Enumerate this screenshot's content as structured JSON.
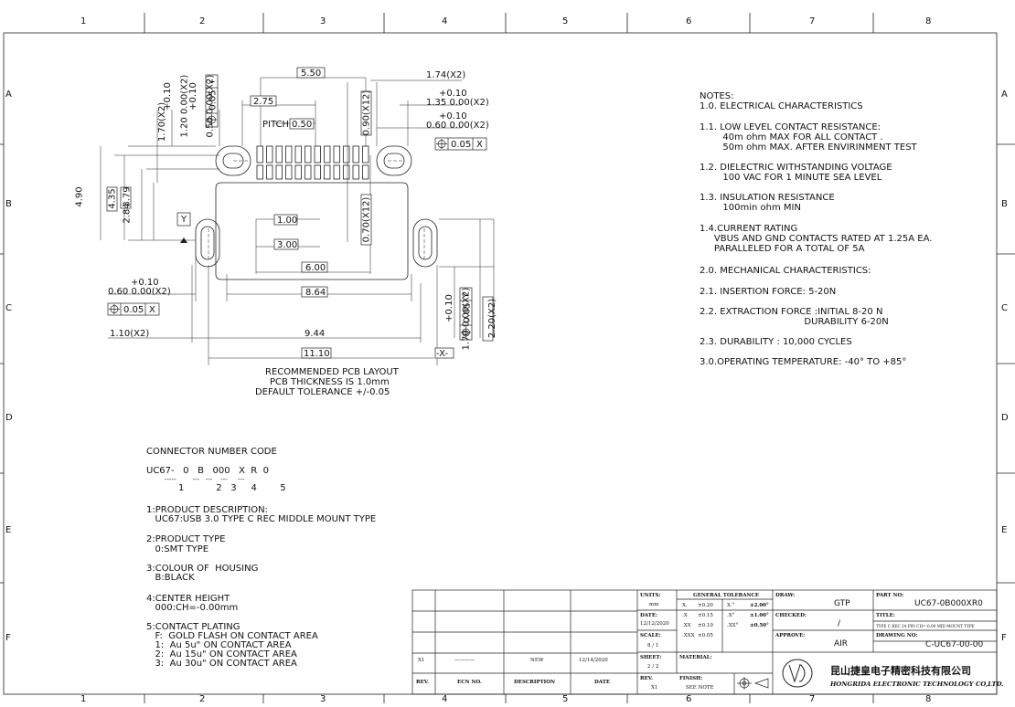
{
  "border": {
    "top_numbers": [
      "1",
      "2",
      "3",
      "4",
      "5",
      "6",
      "7",
      "8"
    ],
    "bottom_numbers": [
      "1",
      "2",
      "3",
      "4",
      "5",
      "6",
      "7",
      "8"
    ],
    "side_letters": [
      "A",
      "B",
      "C",
      "D",
      "E",
      "F"
    ]
  },
  "dims": {
    "d550": "5.50",
    "d275": "2.75",
    "pitch": "PITCH",
    "d050": "0.50",
    "d174": "1.74(X2)",
    "d135_tol": "+0.10",
    "d135": "1.35  0.00(X2)",
    "d060r_tol": "+0.10",
    "d060r": "0.60  0.00(X2)",
    "pos005_x_top": "0.05",
    "x_ref": "X",
    "d170x2": "1.70(X2)",
    "d120_tol": "+0.10",
    "d120": "1.20  0.00(X2)",
    "d050b_tol": "+0.10",
    "d050b": "0.50  0.00(X2)",
    "pos005_y_top": "0.05",
    "y_ref": "Y",
    "d090x12": "0.90(X12)",
    "d490": "4.90",
    "d435": "4.35",
    "d379": "3.79",
    "d284": "2.84",
    "y_datum": "Y",
    "d070x12": "0.70(X12)",
    "d100": "1.00",
    "d300": "3.00",
    "d600": "6.00",
    "d864": "8.64",
    "d060l_tol": "+0.10",
    "d060l": "0.60  0.00(X2)",
    "pos005_x_left": "0.05",
    "d110x2": "1.10(X2)",
    "d944": "9.44",
    "d1110": "11.10",
    "x_datum": "-X-",
    "d170b_tol": "+0.10",
    "d170b": "1.70  0.00(X2)",
    "pos005_y_right": "0.05",
    "d220x2": "2.20(X2)"
  },
  "layout_caption": [
    "RECOMMENDED PCB LAYOUT",
    "PCB THICKNESS IS 1.0mm",
    "DEFAULT TOLERANCE +/-0.05"
  ],
  "notes": [
    "NOTES:",
    "1.0. ELECTRICAL CHARACTERISTICS",
    "1.1. LOW LEVEL CONTACT RESISTANCE:",
    "        40m ohm MAX FOR ALL CONTACT .",
    "        50m ohm MAX. AFTER ENVIRINMENT TEST",
    "1.2. DIELECTRIC WITHSTANDING VOLTAGE",
    "        100 VAC FOR 1 MINUTE SEA LEVEL",
    "1.3. INSULATION RESISTANCE",
    "        100min ohm MIN",
    "1.4.CURRENT RATING",
    "     VBUS AND GND CONTACTS RATED AT 1.25A EA.",
    "     PARALLELED FOR A TOTAL OF 5A",
    "2.0. MECHANICAL CHARACTERISTICS:",
    "2.1. INSERTION FORCE: 5-20N",
    "2.2. EXTRACTION FORCE :INITIAL 8-20 N",
    "                                    DURABILITY 6-20N",
    "2.3. DURABILITY : 10,000 CYCLES",
    "3.0.OPERATING TEMPERATURE: -40° TO +85°"
  ],
  "code": {
    "title": "CONNECTOR NUMBER CODE",
    "code_line": "UC67-   0   B   000   X  R  0",
    "dash_line": "         -----        ---   ---    ---     ---",
    "index_line": "           1           2   3     4        5",
    "items": [
      "1:PRODUCT DESCRIPTION:",
      "   UC67:USB 3.0 TYPE C REC MIDDLE MOUNT TYPE",
      "2:PRODUCT TYPE",
      "   0:SMT TYPE",
      "3:COLOUR OF  HOUSING",
      "   B:BLACK",
      "4:CENTER HEIGHT",
      "   000:CH=-0.00mm",
      "5:CONTACT PLATING",
      "   F:  GOLD FLASH ON CONTACT AREA",
      "   1:  Au 5u\" ON CONTACT AREA",
      "   2:  Au 15u\" ON CONTACT AREA",
      "   3:  Au 30u\" ON CONTACT AREA"
    ]
  },
  "revision": {
    "row_rev": "X1",
    "row_ecn": "————",
    "row_desc": "NEW",
    "row_date": "12/14/2020",
    "hdr_rev": "REV.",
    "hdr_ecn": "ECN NO.",
    "hdr_desc": "DESCRIPTION",
    "hdr_date": "DATE"
  },
  "titleblock": {
    "units_label": "UNITS:",
    "units_val": "mm",
    "date_label": "DATE:",
    "date_val": "12/12/2020",
    "scale_label": "SCALE:",
    "scale_val": "8 / 1",
    "sheet_label": "SHEET:",
    "sheet_val": "2 / 2",
    "rev_label": "REV.",
    "rev_val": "X1",
    "gen_tol": "GENERAL TOLERANCE",
    "tol_rows": [
      [
        "X.",
        "±0.20",
        "X.°",
        "±2.00°"
      ],
      [
        ".X",
        "±0.15",
        ".X°",
        "±1.00°"
      ],
      [
        ".XX",
        "±0.10",
        ".XX°",
        "±0.50°"
      ],
      [
        ".XXX",
        "±0.05",
        "",
        ""
      ]
    ],
    "material_label": "MATERIAL:",
    "finish_label": "FINISH:",
    "finish_val": "SEE NOTE",
    "draw_label": "DRAW:",
    "draw_val": "GTP",
    "checked_label": "CHECKED:",
    "checked_val": "/",
    "approve_label": "APPROVE:",
    "approve_val": "AIR",
    "partno_label": "PART NO:",
    "partno_val": "UC67-0B000XR0",
    "title_label": "TITLE:",
    "title_val": "TYPE C REC 24 PIN CH=-0.00 MID MOUNT TYPE",
    "drawno_label": "DRAWING NO:",
    "drawno_val": "C-UC67-00-00",
    "company_cn": "昆山捷皇电子精密科技有限公司",
    "company_en": "HONGRIDA ELECTRONIC TECHNOLOGY CO,LTD."
  }
}
